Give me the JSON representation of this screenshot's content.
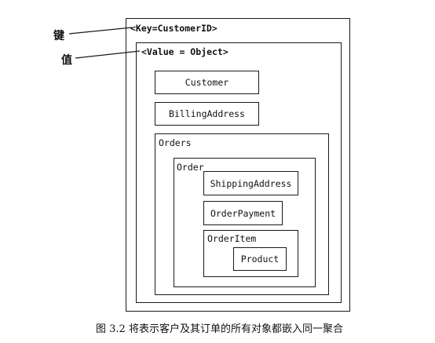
{
  "annotations": {
    "key_label": "键",
    "value_label": "值"
  },
  "diagram": {
    "key_header": "<Key=CustomerID>",
    "value_header": "<Value = Object>",
    "customer": "Customer",
    "billing_address": "BillingAddress",
    "orders": "Orders",
    "order": "Order",
    "shipping_address": "ShippingAddress",
    "order_payment": "OrderPayment",
    "order_item": "OrderItem",
    "product": "Product"
  },
  "caption": "图 3.2   将表示客户及其订单的所有对象都嵌入同一聚合"
}
